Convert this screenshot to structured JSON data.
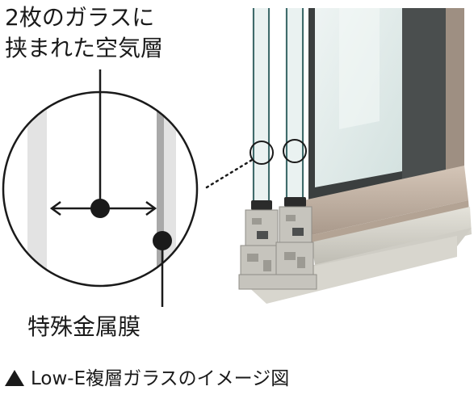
{
  "labels": {
    "air_layer_line1": "2枚のガラスに",
    "air_layer_line2": "挟まれた空気層",
    "lowe_film": "特殊金属膜"
  },
  "caption": {
    "marker": "▲",
    "text": "Low-E複層ガラスのイメージ図"
  },
  "colors": {
    "text": "#1a1a1a",
    "glass_edge": "#3f6b6b",
    "glass_tint": "#d9e6e4",
    "frame_beige": "#c9b9aa",
    "frame_shadow": "#8c7d70",
    "sash_gray": "#c6c4bd",
    "gasket": "#2b2b2b"
  }
}
